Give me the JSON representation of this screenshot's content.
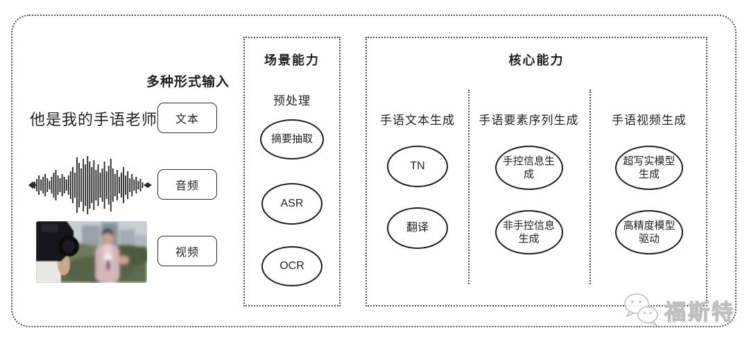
{
  "colors": {
    "ink": "#1f1f1f",
    "dotted_border": "#4d4d4d",
    "node_border": "#1c1c1c",
    "watermark_gray": "#c0c0c0",
    "background": "#ffffff"
  },
  "input_panel": {
    "section_label": "多种形式输入",
    "sample_text": "他是我的手语老师",
    "types": [
      {
        "label": "文本"
      },
      {
        "label": "音频"
      },
      {
        "label": "视频"
      }
    ],
    "media": [
      {
        "kind": "audio-waveform"
      },
      {
        "kind": "reporter-photo"
      }
    ]
  },
  "scene_panel": {
    "title": "场景能力",
    "subtitle": "预处理",
    "nodes": [
      "摘要抽取",
      "ASR",
      "OCR"
    ]
  },
  "core_panel": {
    "title": "核心能力",
    "columns": [
      {
        "header": "手语文本生成",
        "nodes": [
          "TN",
          "翻译"
        ]
      },
      {
        "header": "手语要素序列生成",
        "nodes": [
          "手控信息生成",
          "非手控信息生成"
        ]
      },
      {
        "header": "手语视频生成",
        "nodes": [
          "超写实模型生成",
          "高精度模型驱动"
        ]
      }
    ]
  },
  "watermark": {
    "label": "福斯特",
    "icon": "wechat-icon"
  }
}
